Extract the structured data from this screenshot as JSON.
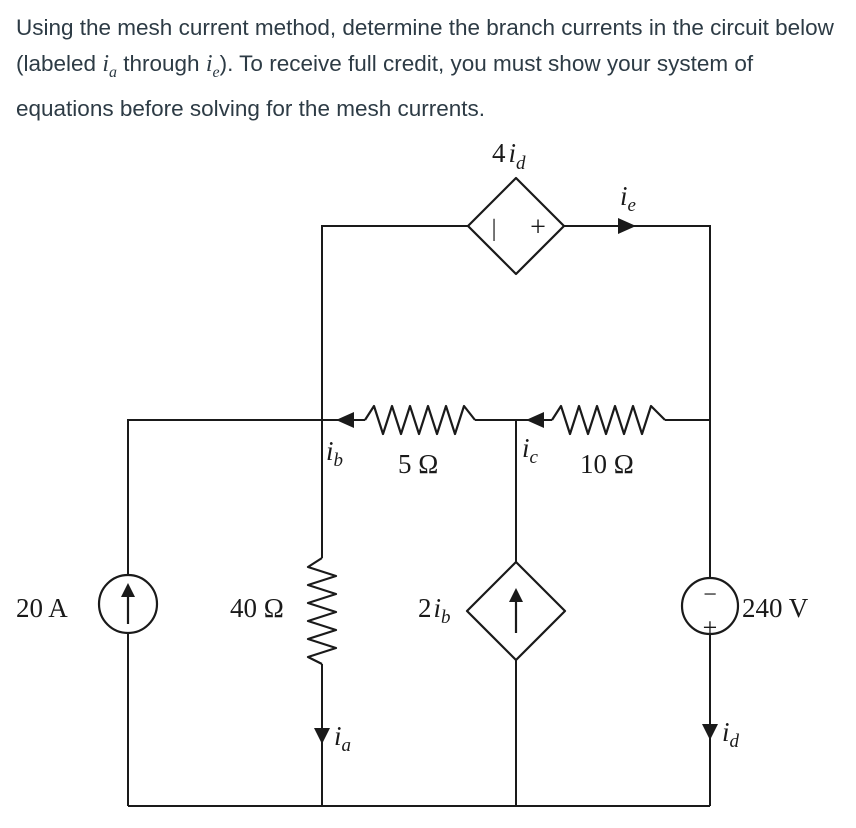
{
  "question": {
    "text_1": "Using the mesh current method, determine the branch currents in the circuit below (labeled ",
    "var_a_base": "i",
    "var_a_sub": "a",
    "text_2": " through ",
    "var_e_base": "i",
    "var_e_sub": "e",
    "text_3": "). To receive full credit, you must show your system of equations before solving for the mesh currents."
  },
  "circuit": {
    "dependent_voltage_source": {
      "gain": "4",
      "var": "i",
      "sub": "d",
      "minus": "|",
      "plus": "+"
    },
    "current_ie": {
      "var": "i",
      "sub": "e"
    },
    "current_ib": {
      "var": "i",
      "sub": "b"
    },
    "current_ic": {
      "var": "i",
      "sub": "c"
    },
    "current_ia": {
      "var": "i",
      "sub": "a"
    },
    "current_id": {
      "var": "i",
      "sub": "d"
    },
    "resistor_5": "5 Ω",
    "resistor_10": "10 Ω",
    "resistor_40": "40 Ω",
    "current_source": "20 A",
    "dependent_current_source": {
      "gain": "2",
      "var": "i",
      "sub": "b"
    },
    "voltage_source": {
      "value": "240 V",
      "minus": "−",
      "plus": "+"
    }
  }
}
